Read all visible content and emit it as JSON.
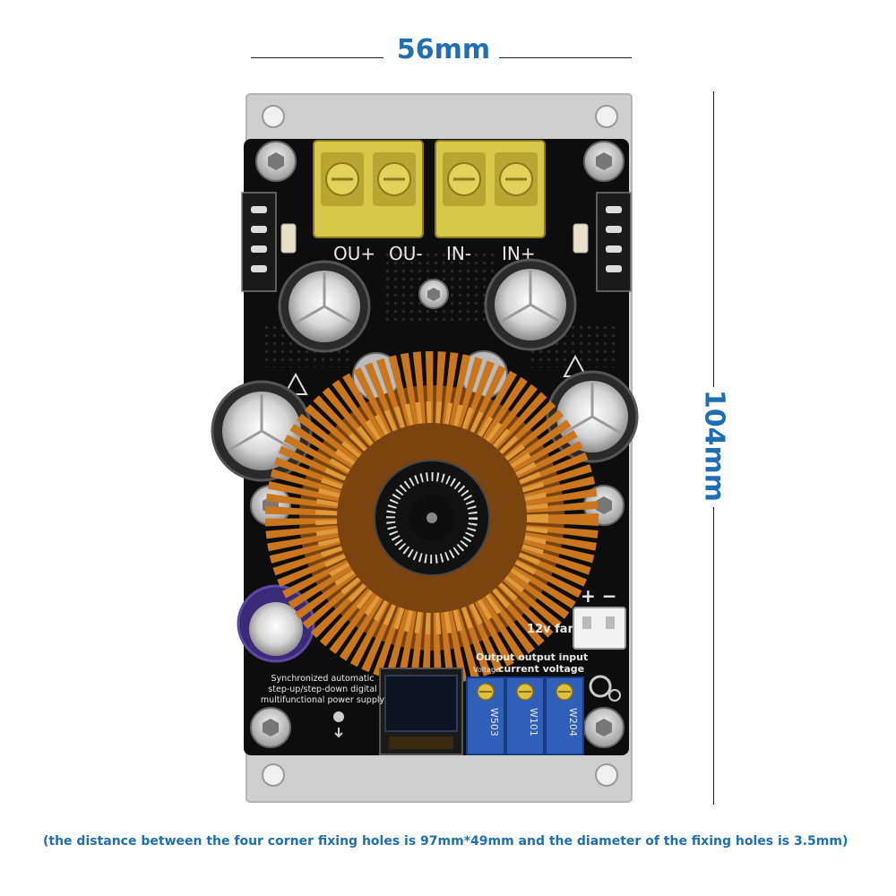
{
  "dimensions": {
    "width": "56mm",
    "height": "104mm"
  },
  "caption": "(the distance between the four corner fixing holes is 97mm*49mm and the diameter of the fixing holes is 3.5mm)",
  "terminals": [
    "OU+",
    "OU-",
    "IN-",
    "IN+"
  ],
  "fan": {
    "polarity": "+ −",
    "label": "12v fan"
  },
  "pot_header": {
    "line1_small": "Voltage",
    "line1": "Output output input",
    "line2": "current voltage"
  },
  "pots": [
    "W503",
    "W101",
    "W204"
  ],
  "description": [
    "Synchronized automatic",
    "step-up/step-down digital",
    "multifunctional power supply"
  ],
  "colors": {
    "dimension_text": "#1f6fb2",
    "board": "#0d0d0d",
    "coil": "#c9761e",
    "terminal": "#d8c84a",
    "potentiometer": "#2f5fb8"
  }
}
